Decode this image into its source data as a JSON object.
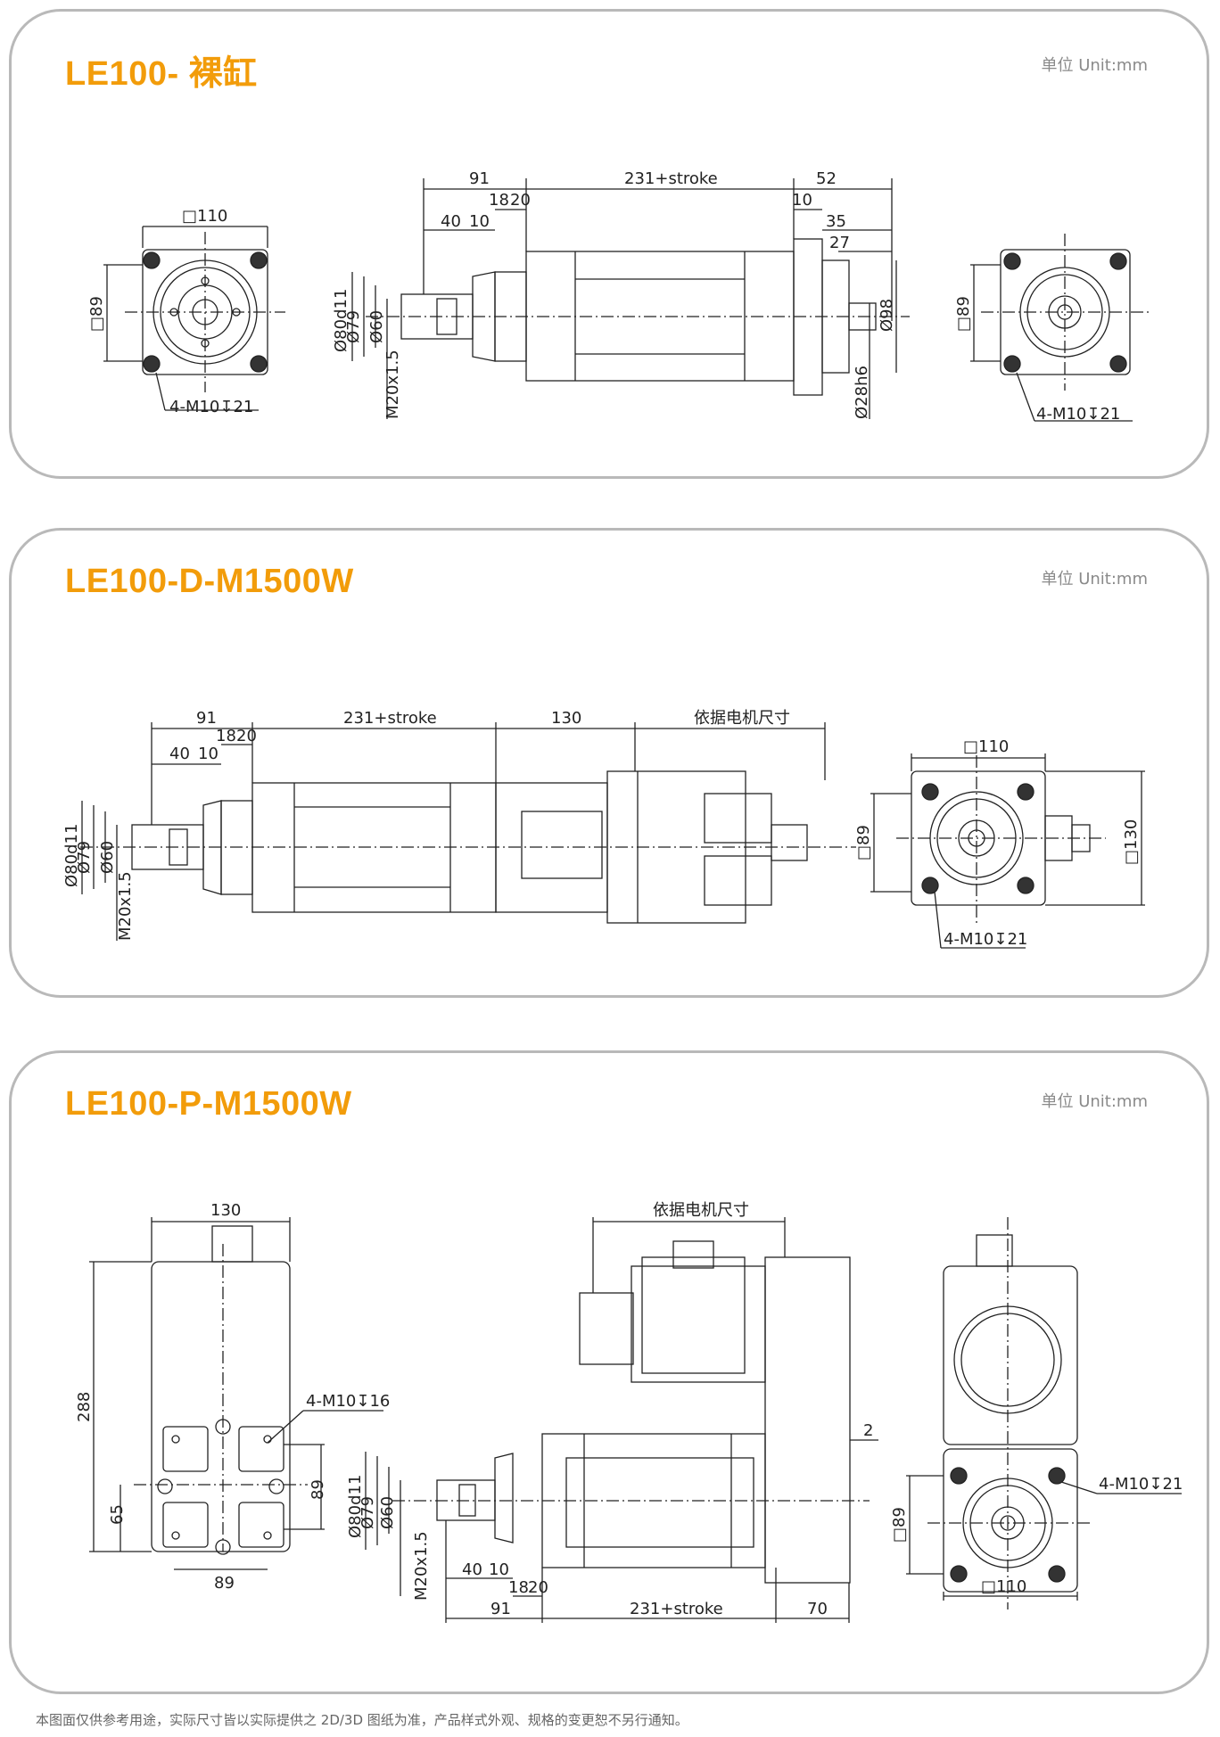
{
  "unit_label": "单位 Unit:mm",
  "footer_note": "本图面仅供参考用途，实际尺寸皆以实际提供之 2D/3D 图纸为准，产品样式外观、规格的变更恕不另行通知。",
  "panels": [
    {
      "title": "LE100- 裸缸",
      "dims": {
        "sq110": "□110",
        "sq89": "□89",
        "holes": "4-M10↧21",
        "d91": "91",
        "d231": "231+stroke",
        "d52": "52",
        "d18": "18",
        "d20": "20",
        "d10": "10",
        "d40": "40",
        "d10b": "10",
        "d35": "35",
        "d27": "27",
        "dia80": "Ø80d11",
        "dia79": "Ø79",
        "dia60": "Ø60",
        "thread": "M20x1.5",
        "dia98": "Ø98",
        "dia28": "Ø28h6",
        "sq89r": "□89",
        "holesR": "4-M10↧21"
      }
    },
    {
      "title": "LE100-D-M1500W",
      "dims": {
        "d91": "91",
        "d231": "231+stroke",
        "d130": "130",
        "motor": "依据电机尺寸",
        "d18": "18",
        "d20": "20",
        "d40": "40",
        "d10": "10",
        "dia80": "Ø80d11",
        "dia79": "Ø79",
        "dia60": "Ø60",
        "thread": "M20x1.5",
        "sq110": "□110",
        "sq89": "□89",
        "sq130": "□130",
        "holes": "4-M10↧21"
      }
    },
    {
      "title": "LE100-P-M1500W",
      "dims": {
        "d130": "130",
        "d288": "288",
        "holes16": "4-M10↧16",
        "d89": "89",
        "d65": "65",
        "d89b": "89",
        "motor": "依据电机尺寸",
        "d2": "2",
        "dia80": "Ø80d11",
        "dia79": "Ø79",
        "dia60": "Ø60",
        "thread": "M20x1.5",
        "d40": "40",
        "d10": "10",
        "d18": "18",
        "d20": "20",
        "d91": "91",
        "d231": "231+stroke",
        "d70": "70",
        "sq89": "□89",
        "sq110": "□110",
        "holes21": "4-M10↧21"
      }
    }
  ]
}
